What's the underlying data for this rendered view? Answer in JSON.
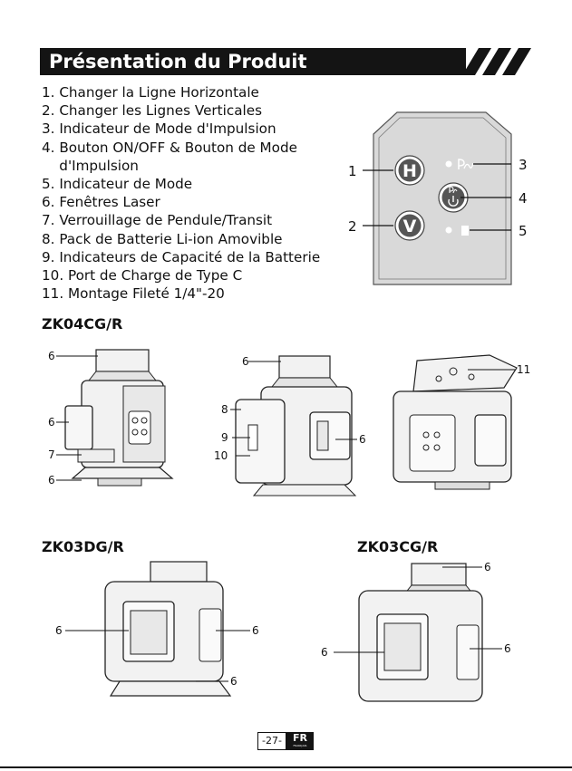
{
  "header": {
    "title": "Présentation du Produit"
  },
  "features": [
    "1. Changer la Ligne Horizontale",
    "2. Changer les Lignes Verticales",
    "3. Indicateur de Mode d'Impulsion",
    "4. Bouton ON/OFF & Bouton de Mode",
    "    d'Impulsion",
    "5. Indicateur de Mode",
    "6. Fenêtres Laser",
    "7. Verrouillage de Pendule/Transit",
    "8. Pack de Batterie Li-ion Amovible",
    "9. Indicateurs de Capacité de la Batterie",
    "10. Port de Charge de Type C",
    "11. Montage Fileté 1/4\"-20"
  ],
  "control_panel": {
    "buttons": {
      "h": "H",
      "v": "V"
    },
    "callouts": [
      "1",
      "2",
      "3",
      "4",
      "5"
    ]
  },
  "models": [
    {
      "name": "ZK04CG/R"
    },
    {
      "name": "ZK03DG/R"
    },
    {
      "name": "ZK03CG/R"
    }
  ],
  "zk04_left_callouts": [
    "6",
    "6",
    "7",
    "6"
  ],
  "zk04_mid_callouts": [
    "6",
    "8",
    "9",
    "10",
    "6"
  ],
  "zk04_right_callouts": [
    "11"
  ],
  "zk03dg_callouts": [
    "6",
    "6",
    "6"
  ],
  "zk03cg_callouts": [
    "6",
    "6",
    "6"
  ],
  "footer": {
    "page": "-27-",
    "lang": "FR",
    "lang_sub": "FRANÇAIS"
  },
  "colors": {
    "banner": "#141414",
    "panel_fill": "#d9d9d9",
    "device_fill": "#f2f2f2",
    "ink": "#111111"
  }
}
